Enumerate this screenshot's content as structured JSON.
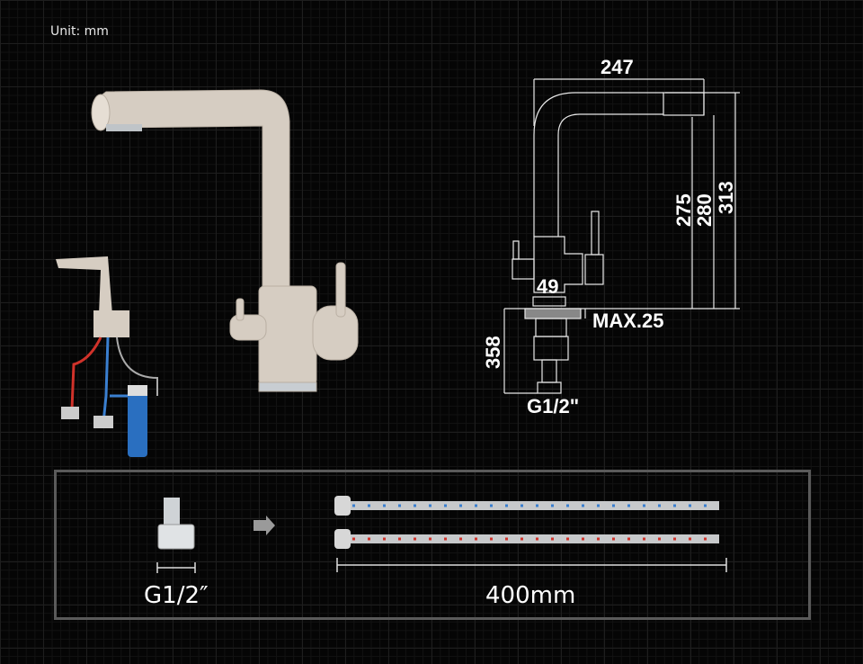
{
  "header": {
    "unit_label": "Unit: mm"
  },
  "drawing": {
    "width_dim": "247",
    "height_dims": [
      "275",
      "280",
      "313"
    ],
    "base_dim": "49",
    "max_thickness": "MAX.25",
    "hose_length_dim": "358",
    "thread": "G1/2\""
  },
  "accessories": {
    "adapter_label": "G1/2″",
    "hose_label": "400mm"
  },
  "colors": {
    "faucet": "#d8cfc4",
    "cold": "#3a7fd0",
    "hot": "#d0322a",
    "frame": "#5a5a5a"
  }
}
